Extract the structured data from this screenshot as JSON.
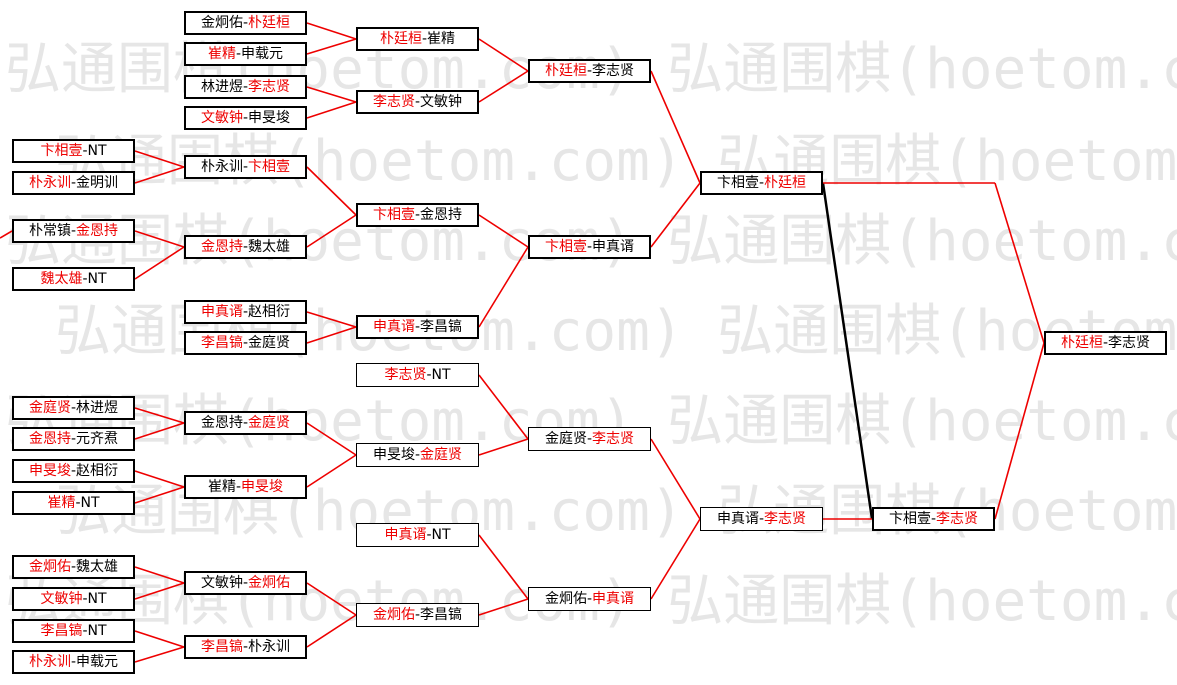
{
  "colors": {
    "winner": "#ee0000",
    "line_red": "#ee0000",
    "line_black": "#000000",
    "watermark": "#e6e6e6"
  },
  "watermark": {
    "text": "弘通围棋(hoetom.com)"
  },
  "matches": [
    {
      "id": "r1_1",
      "a": "金炯佑",
      "b": "朴廷桓",
      "win": "b"
    },
    {
      "id": "r1_2",
      "a": "崔精",
      "b": "申载元",
      "win": "a"
    },
    {
      "id": "r1_3",
      "a": "林进煜",
      "b": "李志贤",
      "win": "b"
    },
    {
      "id": "r1_4",
      "a": "文敏钟",
      "b": "申旻埈",
      "win": "a"
    },
    {
      "id": "r1_5",
      "a": "卞相壹",
      "b": "NT",
      "win": "a"
    },
    {
      "id": "r1_6",
      "a": "朴永训",
      "b": "金明训",
      "win": "a"
    },
    {
      "id": "r1_7",
      "a": "朴常镇",
      "b": "金恩持",
      "win": "b"
    },
    {
      "id": "r1_8",
      "a": "魏太雄",
      "b": "NT",
      "win": "a"
    },
    {
      "id": "r1_9",
      "a": "申真谞",
      "b": "赵相衍",
      "win": "a"
    },
    {
      "id": "r1_10",
      "a": "李昌镐",
      "b": "金庭贤",
      "win": "a"
    },
    {
      "id": "r1_11",
      "a": "金庭贤",
      "b": "林进煜",
      "win": "a"
    },
    {
      "id": "r1_12",
      "a": "金恩持",
      "b": "元齐焄",
      "win": "a"
    },
    {
      "id": "r1_13",
      "a": "申旻埈",
      "b": "赵相衍",
      "win": "a"
    },
    {
      "id": "r1_14",
      "a": "崔精",
      "b": "NT",
      "win": "a"
    },
    {
      "id": "r1_15",
      "a": "金炯佑",
      "b": "魏太雄",
      "win": "a"
    },
    {
      "id": "r1_16",
      "a": "文敏钟",
      "b": "NT",
      "win": "a"
    },
    {
      "id": "r1_17",
      "a": "李昌镐",
      "b": "NT",
      "win": "a"
    },
    {
      "id": "r1_18",
      "a": "朴永训",
      "b": "申载元",
      "win": "a"
    },
    {
      "id": "r2_1",
      "a": "朴廷桓",
      "b": "崔精",
      "win": "a"
    },
    {
      "id": "r2_2",
      "a": "李志贤",
      "b": "文敏钟",
      "win": "a"
    },
    {
      "id": "r2_3",
      "a": "朴永训",
      "b": "卞相壹",
      "win": "b"
    },
    {
      "id": "r2_4",
      "a": "金恩持",
      "b": "魏太雄",
      "win": "a"
    },
    {
      "id": "r2_5",
      "a": "金恩持",
      "b": "金庭贤",
      "win": "b"
    },
    {
      "id": "r2_6",
      "a": "崔精",
      "b": "申旻埈",
      "win": "b"
    },
    {
      "id": "r2_7",
      "a": "文敏钟",
      "b": "金炯佑",
      "win": "b"
    },
    {
      "id": "r2_8",
      "a": "李昌镐",
      "b": "朴永训",
      "win": "a"
    },
    {
      "id": "r3_1",
      "a": "卞相壹",
      "b": "金恩持",
      "win": "a"
    },
    {
      "id": "r3_2",
      "a": "申真谞",
      "b": "李昌镐",
      "win": "a"
    },
    {
      "id": "r3_3",
      "a": "李志贤",
      "b": "NT",
      "win": "a"
    },
    {
      "id": "r3_4",
      "a": "申旻埈",
      "b": "金庭贤",
      "win": "b"
    },
    {
      "id": "r3_5",
      "a": "申真谞",
      "b": "NT",
      "win": "a"
    },
    {
      "id": "r3_6",
      "a": "金炯佑",
      "b": "李昌镐",
      "win": "a"
    },
    {
      "id": "r4_1",
      "a": "朴廷桓",
      "b": "李志贤",
      "win": "a"
    },
    {
      "id": "r4_2",
      "a": "卞相壹",
      "b": "申真谞",
      "win": "a"
    },
    {
      "id": "r4_3",
      "a": "金庭贤",
      "b": "李志贤",
      "win": "b"
    },
    {
      "id": "r4_4",
      "a": "金炯佑",
      "b": "申真谞",
      "win": "b"
    },
    {
      "id": "r5_1",
      "a": "卞相壹",
      "b": "朴廷桓",
      "win": "b"
    },
    {
      "id": "r5_2",
      "a": "申真谞",
      "b": "李志贤",
      "win": "b"
    },
    {
      "id": "r6_1",
      "a": "卞相壹",
      "b": "李志贤",
      "win": "b"
    },
    {
      "id": "final",
      "a": "朴廷桓",
      "b": "李志贤",
      "win": "a"
    }
  ]
}
